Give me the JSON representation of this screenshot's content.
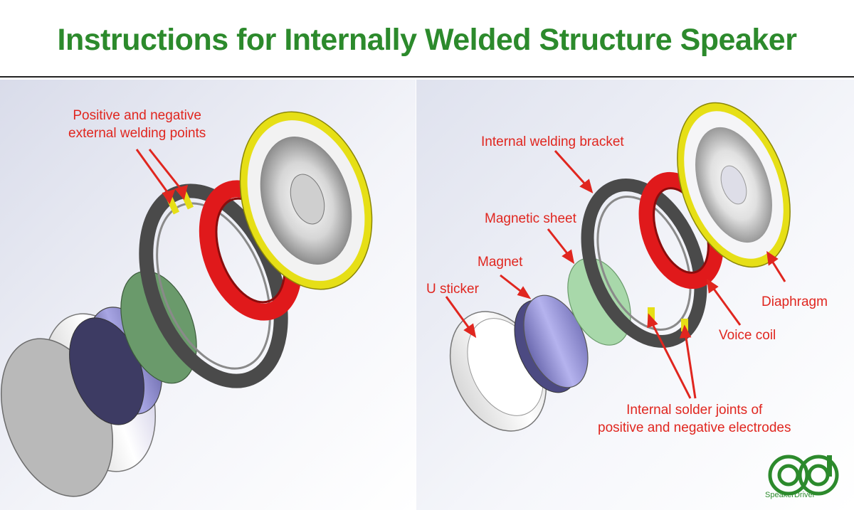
{
  "title": "Instructions for Internally Welded Structure Speaker",
  "left_labels": {
    "welding_points_line1": "Positive and negative",
    "welding_points_line2": "external welding points"
  },
  "right_labels": {
    "internal_bracket": "Internal welding bracket",
    "magnetic_sheet": "Magnetic sheet",
    "magnet": "Magnet",
    "u_sticker": "U sticker",
    "diaphragm": "Diaphragm",
    "voice_coil": "Voice coil",
    "solder_line1": "Internal solder joints of",
    "solder_line2": "positive and negative electrodes"
  },
  "logo": {
    "text": "SpeakerDriver™"
  },
  "colors": {
    "title_green": "#2c8a2c",
    "label_red": "#e0261f",
    "coil_red": "#e0191b",
    "diaphragm_ring": "#e6df16",
    "magnetic_sheet": "#6a9a6b",
    "magnet": "#9a98d8"
  }
}
